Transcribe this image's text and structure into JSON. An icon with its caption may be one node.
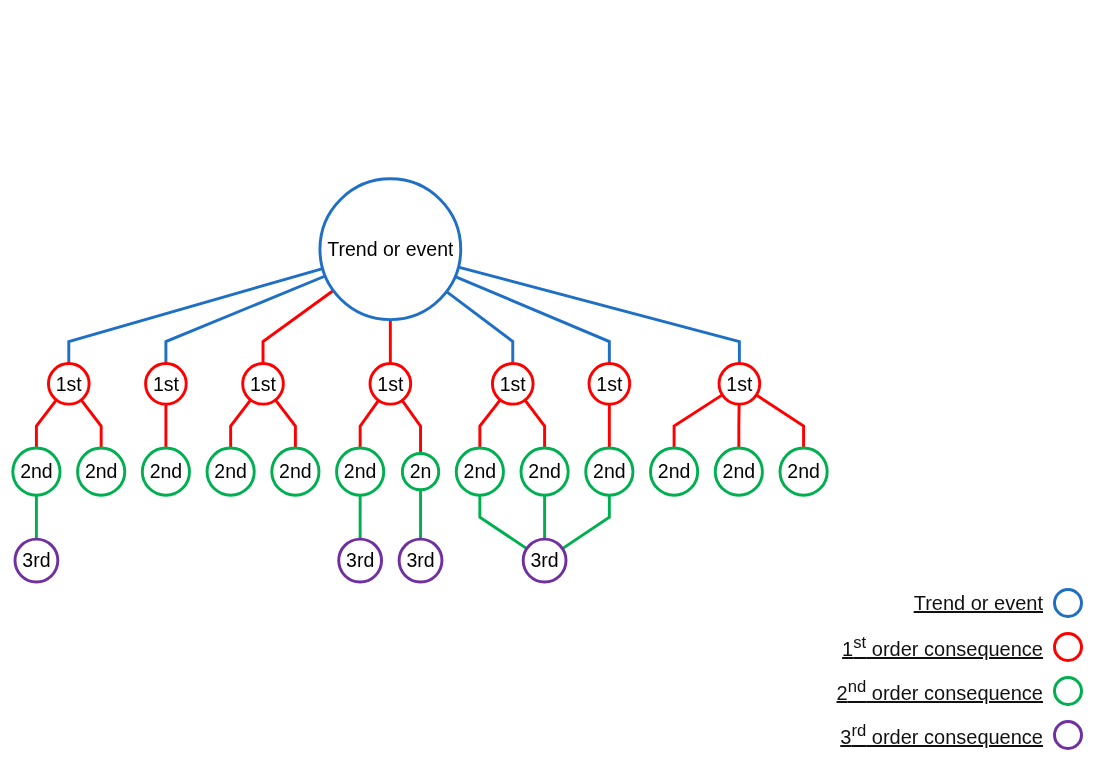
{
  "diagram": {
    "nodes": [
      {
        "text": [
          "3rd"
        ]
      },
      {
        "text": [
          "2nd"
        ]
      },
      {
        "text": [
          "2nd"
        ]
      },
      {
        "text": [
          "2nd"
        ]
      },
      {
        "text": [
          "3rd"
        ]
      },
      {
        "text": [
          "2nd"
        ]
      },
      {
        "text": [
          "1st"
        ]
      },
      {
        "text": [
          "1st"
        ]
      },
      {
        "text": [
          "2nd"
        ]
      },
      {
        "text": [
          "3rd"
        ]
      },
      {
        "text": [
          "1st"
        ]
      },
      {
        "text": [
          "2nd"
        ]
      },
      {
        "text": [
          "2n"
        ]
      },
      {
        "text": [
          "1st"
        ]
      },
      {
        "text": [
          "Trend or event"
        ]
      },
      {
        "text": [
          "1st"
        ]
      },
      {
        "text": [
          "2nd"
        ]
      },
      {
        "text": [
          "2nd"
        ]
      },
      {
        "text": [
          "1st"
        ]
      },
      {
        "text": [
          "1st"
        ]
      },
      {
        "text": [
          "2nd"
        ]
      },
      {
        "text": [
          "3rd"
        ]
      },
      {
        "text": [
          "2nd"
        ]
      },
      {
        "text": [
          "2nd"
        ]
      },
      {
        "text": [
          "2nd"
        ]
      }
    ],
    "edges": [
      {
        "from": 14,
        "to": 10,
        "arrow": "none",
        "color": "#1f6fc5"
      },
      {
        "from": 14,
        "to": 6,
        "arrow": "none",
        "color": "#1f6fc5"
      },
      {
        "from": 14,
        "to": 7,
        "arrow": "none"
      },
      {
        "from": 14,
        "to": 13,
        "arrow": "none"
      },
      {
        "from": 14,
        "to": 15,
        "arrow": "none",
        "color": "#1f6fc5"
      },
      {
        "from": 14,
        "to": 19,
        "arrow": "none",
        "color": "#1f6fc5"
      },
      {
        "from": 14,
        "to": 18,
        "arrow": "none",
        "color": "#1f6fc5"
      },
      {
        "from": 10,
        "to": 5,
        "arrow": "none"
      },
      {
        "from": 10,
        "to": 11,
        "arrow": "none"
      },
      {
        "from": 6,
        "to": 1,
        "arrow": "none"
      },
      {
        "from": 7,
        "to": 2,
        "arrow": "none"
      },
      {
        "from": 7,
        "to": 3,
        "arrow": "none"
      },
      {
        "from": 13,
        "to": 8,
        "arrow": "none"
      },
      {
        "from": 13,
        "to": 12,
        "arrow": "none"
      },
      {
        "from": 15,
        "to": 16,
        "arrow": "none"
      },
      {
        "from": 15,
        "to": 20,
        "arrow": "none"
      },
      {
        "from": 19,
        "to": 24,
        "arrow": "none"
      },
      {
        "from": 18,
        "to": 17,
        "arrow": "none"
      },
      {
        "from": 18,
        "to": 22,
        "arrow": "none"
      },
      {
        "from": 18,
        "to": 23,
        "arrow": "none"
      },
      {
        "from": 5,
        "to": 0,
        "arrow": "none",
        "color": "#00b050"
      },
      {
        "from": 8,
        "to": 4,
        "arrow": "none",
        "color": "#00b050"
      },
      {
        "from": 12,
        "to": 9,
        "arrow": "none",
        "color": "#00b050"
      },
      {
        "from": 16,
        "to": 21,
        "arrow": "none",
        "color": "#00b050"
      },
      {
        "from": 20,
        "to": 21,
        "arrow": "none",
        "color": "#00b050"
      },
      {
        "from": 24,
        "to": 21,
        "arrow": "none",
        "color": "#00b050"
      }
    ],
    "legend": [
      {
        "text": "Trend or event",
        "color": "#1f6fc5"
      },
      {
        "text": "1$^{st}$ order consequence",
        "color": "#ff0000"
      },
      {
        "text": "2$^{nd}$ order consequence",
        "color": "#00b050"
      },
      {
        "text": "3$^{rd}$ order consequence",
        "color": "#7030a0"
      }
    ]
  }
}
